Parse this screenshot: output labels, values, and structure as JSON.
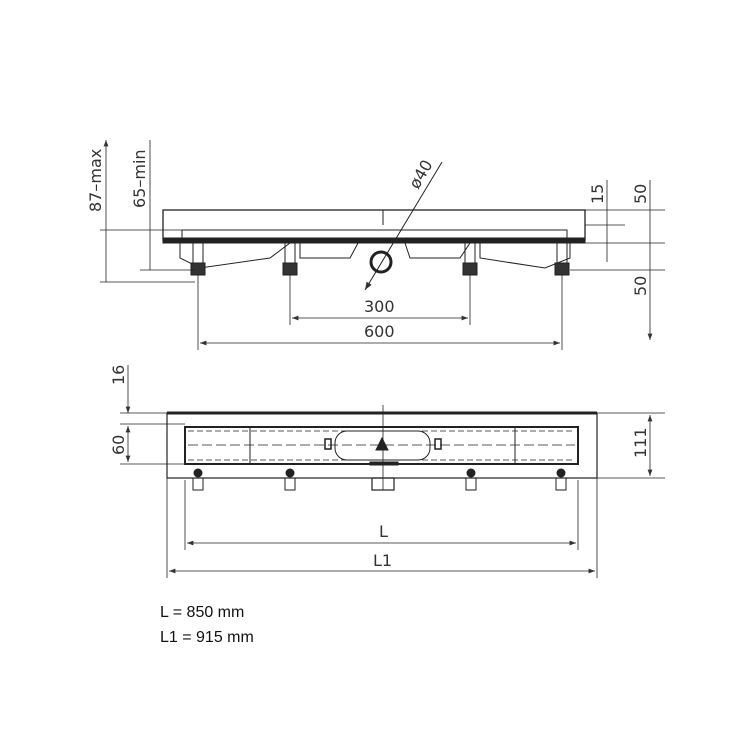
{
  "side_view": {
    "dimensions": {
      "height_max": "87–max",
      "height_min": "65–min",
      "pipe_diameter": "ø40",
      "top_thickness": "15",
      "upper_height": "50",
      "lower_height": "50",
      "inner_feet_spacing": "300",
      "outer_feet_spacing": "600"
    }
  },
  "plan_view": {
    "dimensions": {
      "edge": "16",
      "channel_width": "60",
      "total_width": "111",
      "length": "L",
      "total_length": "L1"
    }
  },
  "notes": {
    "length_value": "L = 850 mm",
    "total_length_value": "L1 = 915 mm"
  }
}
